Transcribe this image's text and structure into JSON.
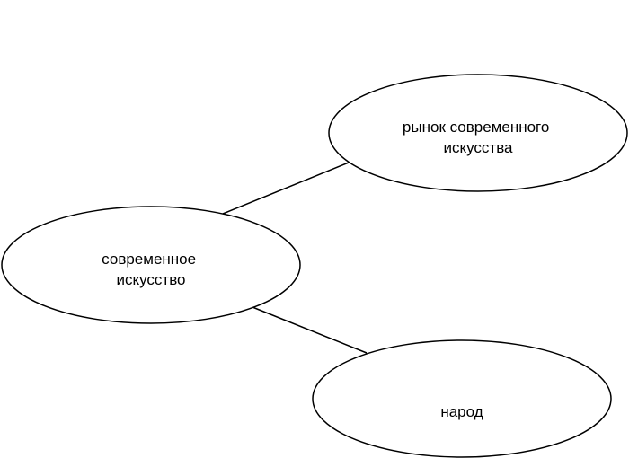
{
  "diagram": {
    "nodes": [
      {
        "id": "center",
        "lines": [
          "современное",
          "искусство"
        ]
      },
      {
        "id": "market",
        "lines": [
          "рынок современного",
          "искусства"
        ]
      },
      {
        "id": "people",
        "lines": [
          "народ"
        ]
      }
    ],
    "edges": [
      {
        "from": "center",
        "to": "market"
      },
      {
        "from": "center",
        "to": "people"
      }
    ],
    "colors": {
      "stroke": "#000000",
      "fill": "#ffffff",
      "text": "#000000"
    }
  }
}
